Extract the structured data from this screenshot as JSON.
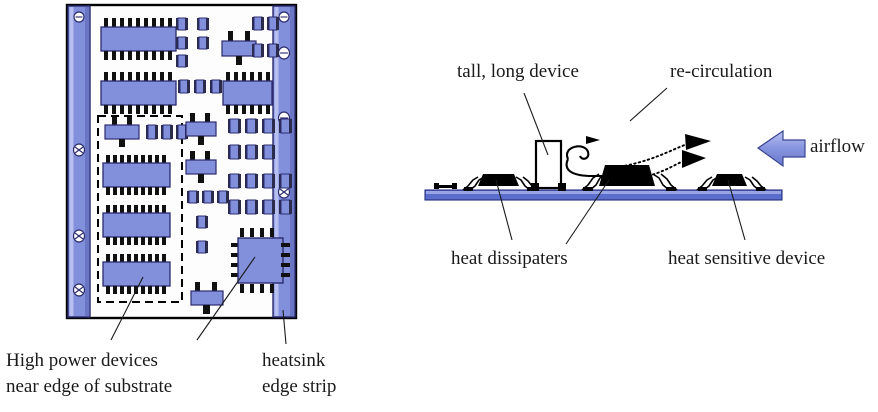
{
  "figure": {
    "title": "Thermal layout of PCB and airflow re-circulation",
    "background_color": "#ffffff",
    "component_color": "#8290dc",
    "component_outline_color": "#2b2b6e",
    "board_color": "#5a6ccc",
    "device_color": "#000000",
    "label_color": "#1a1a1a"
  },
  "left_diagram": {
    "name": "pcb-top-view",
    "labels": {
      "high_power": {
        "line1": "High power devices",
        "line2": "near edge of substrate"
      },
      "heatsink": {
        "line1": "heatsink",
        "line2": "edge strip"
      }
    },
    "regions": {
      "dashed_zone_label": "high-power-device-zone"
    },
    "heatsink_strips": [
      {
        "side": "left",
        "holes": 4
      },
      {
        "side": "right",
        "holes": 4
      }
    ]
  },
  "right_diagram": {
    "name": "pcb-side-view-airflow",
    "labels": {
      "tall_device": "tall, long device",
      "recirculation": "re-circulation",
      "airflow": "airflow",
      "heat_dissipaters": "heat dissipaters",
      "heat_sensitive": "heat sensitive device"
    },
    "airflow": {
      "direction": "right-to-left",
      "arrow_color": "#8290dc"
    },
    "recirculation": {
      "streamline_count": 2,
      "style": "dotted"
    },
    "devices": [
      {
        "name": "heat-dissipater-1",
        "type": "smd-package"
      },
      {
        "name": "tall-long-device",
        "type": "tall-rectangular"
      },
      {
        "name": "heat-dissipater-2",
        "type": "smd-package"
      },
      {
        "name": "heat-sensitive-device",
        "type": "smd-package"
      }
    ]
  }
}
